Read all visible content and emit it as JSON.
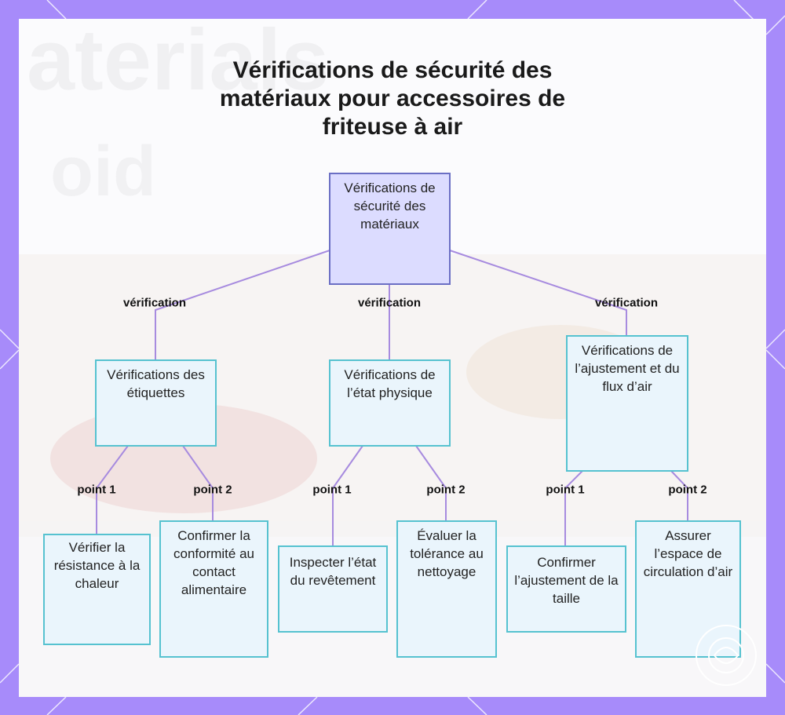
{
  "title": {
    "line1": "Vérifications de sécurité des",
    "line2": "matériaux pour accessoires de",
    "line3": "friteuse à air"
  },
  "nodes": {
    "root": "Vérifications de sécurité des matériaux",
    "labels": "Vérifications des étiquettes",
    "physical": "Vérifications de l’état physique",
    "fit": "Vérifications de l’ajustement et du flux d’air",
    "heat": "Vérifier la résistance à la chaleur",
    "food": "Confirmer la conformité au contact alimentaire",
    "coating": "Inspecter l’état du revêtement",
    "cleaning": "Évaluer la tolérance au nettoyage",
    "size": "Confirmer l’ajustement de la taille",
    "airflow": "Assurer l’espace de circulation d’air"
  },
  "edge_labels": {
    "v1": "vérification",
    "v2": "vérification",
    "v3": "vérification",
    "p1a": "point 1",
    "p2a": "point 2",
    "p1b": "point 1",
    "p2b": "point 2",
    "p1c": "point 1",
    "p2c": "point 2"
  },
  "colors": {
    "edge": "#a78bdf",
    "node_border": "#56c2d0",
    "node_fill": "#eaf5fc",
    "root_border": "#6b6fc4",
    "root_fill": "#dcdcff",
    "frame": "#a78bfa"
  }
}
